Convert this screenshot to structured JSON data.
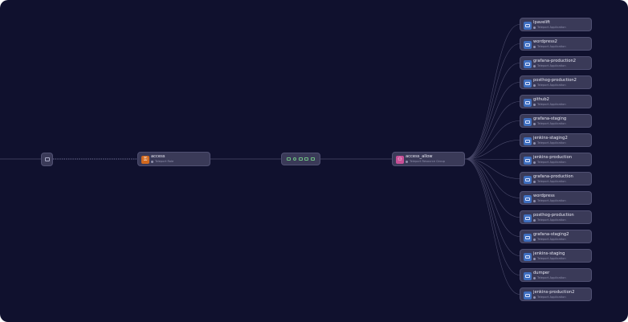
{
  "colors": {
    "canvas": "#10112e",
    "node": "#3a3a58",
    "role_badge": "#d2691e",
    "acl_badge": "#c84f96",
    "app_badge": "#3f6fbf",
    "edge": "#4a4a6a",
    "resource_icons": "#6fbf83"
  },
  "user_node": {
    "icon": "user-icon"
  },
  "role_node": {
    "icon": "role-icon",
    "title": "access",
    "subtitle": "Teleport Role"
  },
  "resources_node": {
    "icons": [
      "server-icon",
      "kubernetes-icon",
      "desktop-icon",
      "database-icon",
      "app-icon"
    ]
  },
  "acl_node": {
    "icon": "access-list-icon",
    "title": "access_allow",
    "subtitle": "Teleport Resource Group"
  },
  "applications": [
    {
      "name": "Ipavelift",
      "kind": "Teleport Application"
    },
    {
      "name": "wordpress2",
      "kind": "Teleport Application"
    },
    {
      "name": "grafana-production2",
      "kind": "Teleport Application"
    },
    {
      "name": "posthog-production2",
      "kind": "Teleport Application"
    },
    {
      "name": "github2",
      "kind": "Teleport Application"
    },
    {
      "name": "grafana-staging",
      "kind": "Teleport Application"
    },
    {
      "name": "jenkins-staging2",
      "kind": "Teleport Application"
    },
    {
      "name": "jenkins-production",
      "kind": "Teleport Application"
    },
    {
      "name": "grafana-production",
      "kind": "Teleport Application"
    },
    {
      "name": "wordpress",
      "kind": "Teleport Application"
    },
    {
      "name": "posthog-production",
      "kind": "Teleport Application"
    },
    {
      "name": "grafana-staging2",
      "kind": "Teleport Application"
    },
    {
      "name": "jenkins-staging",
      "kind": "Teleport Application"
    },
    {
      "name": "dumper",
      "kind": "Teleport Application"
    },
    {
      "name": "jenkins-production2",
      "kind": "Teleport Application"
    }
  ]
}
